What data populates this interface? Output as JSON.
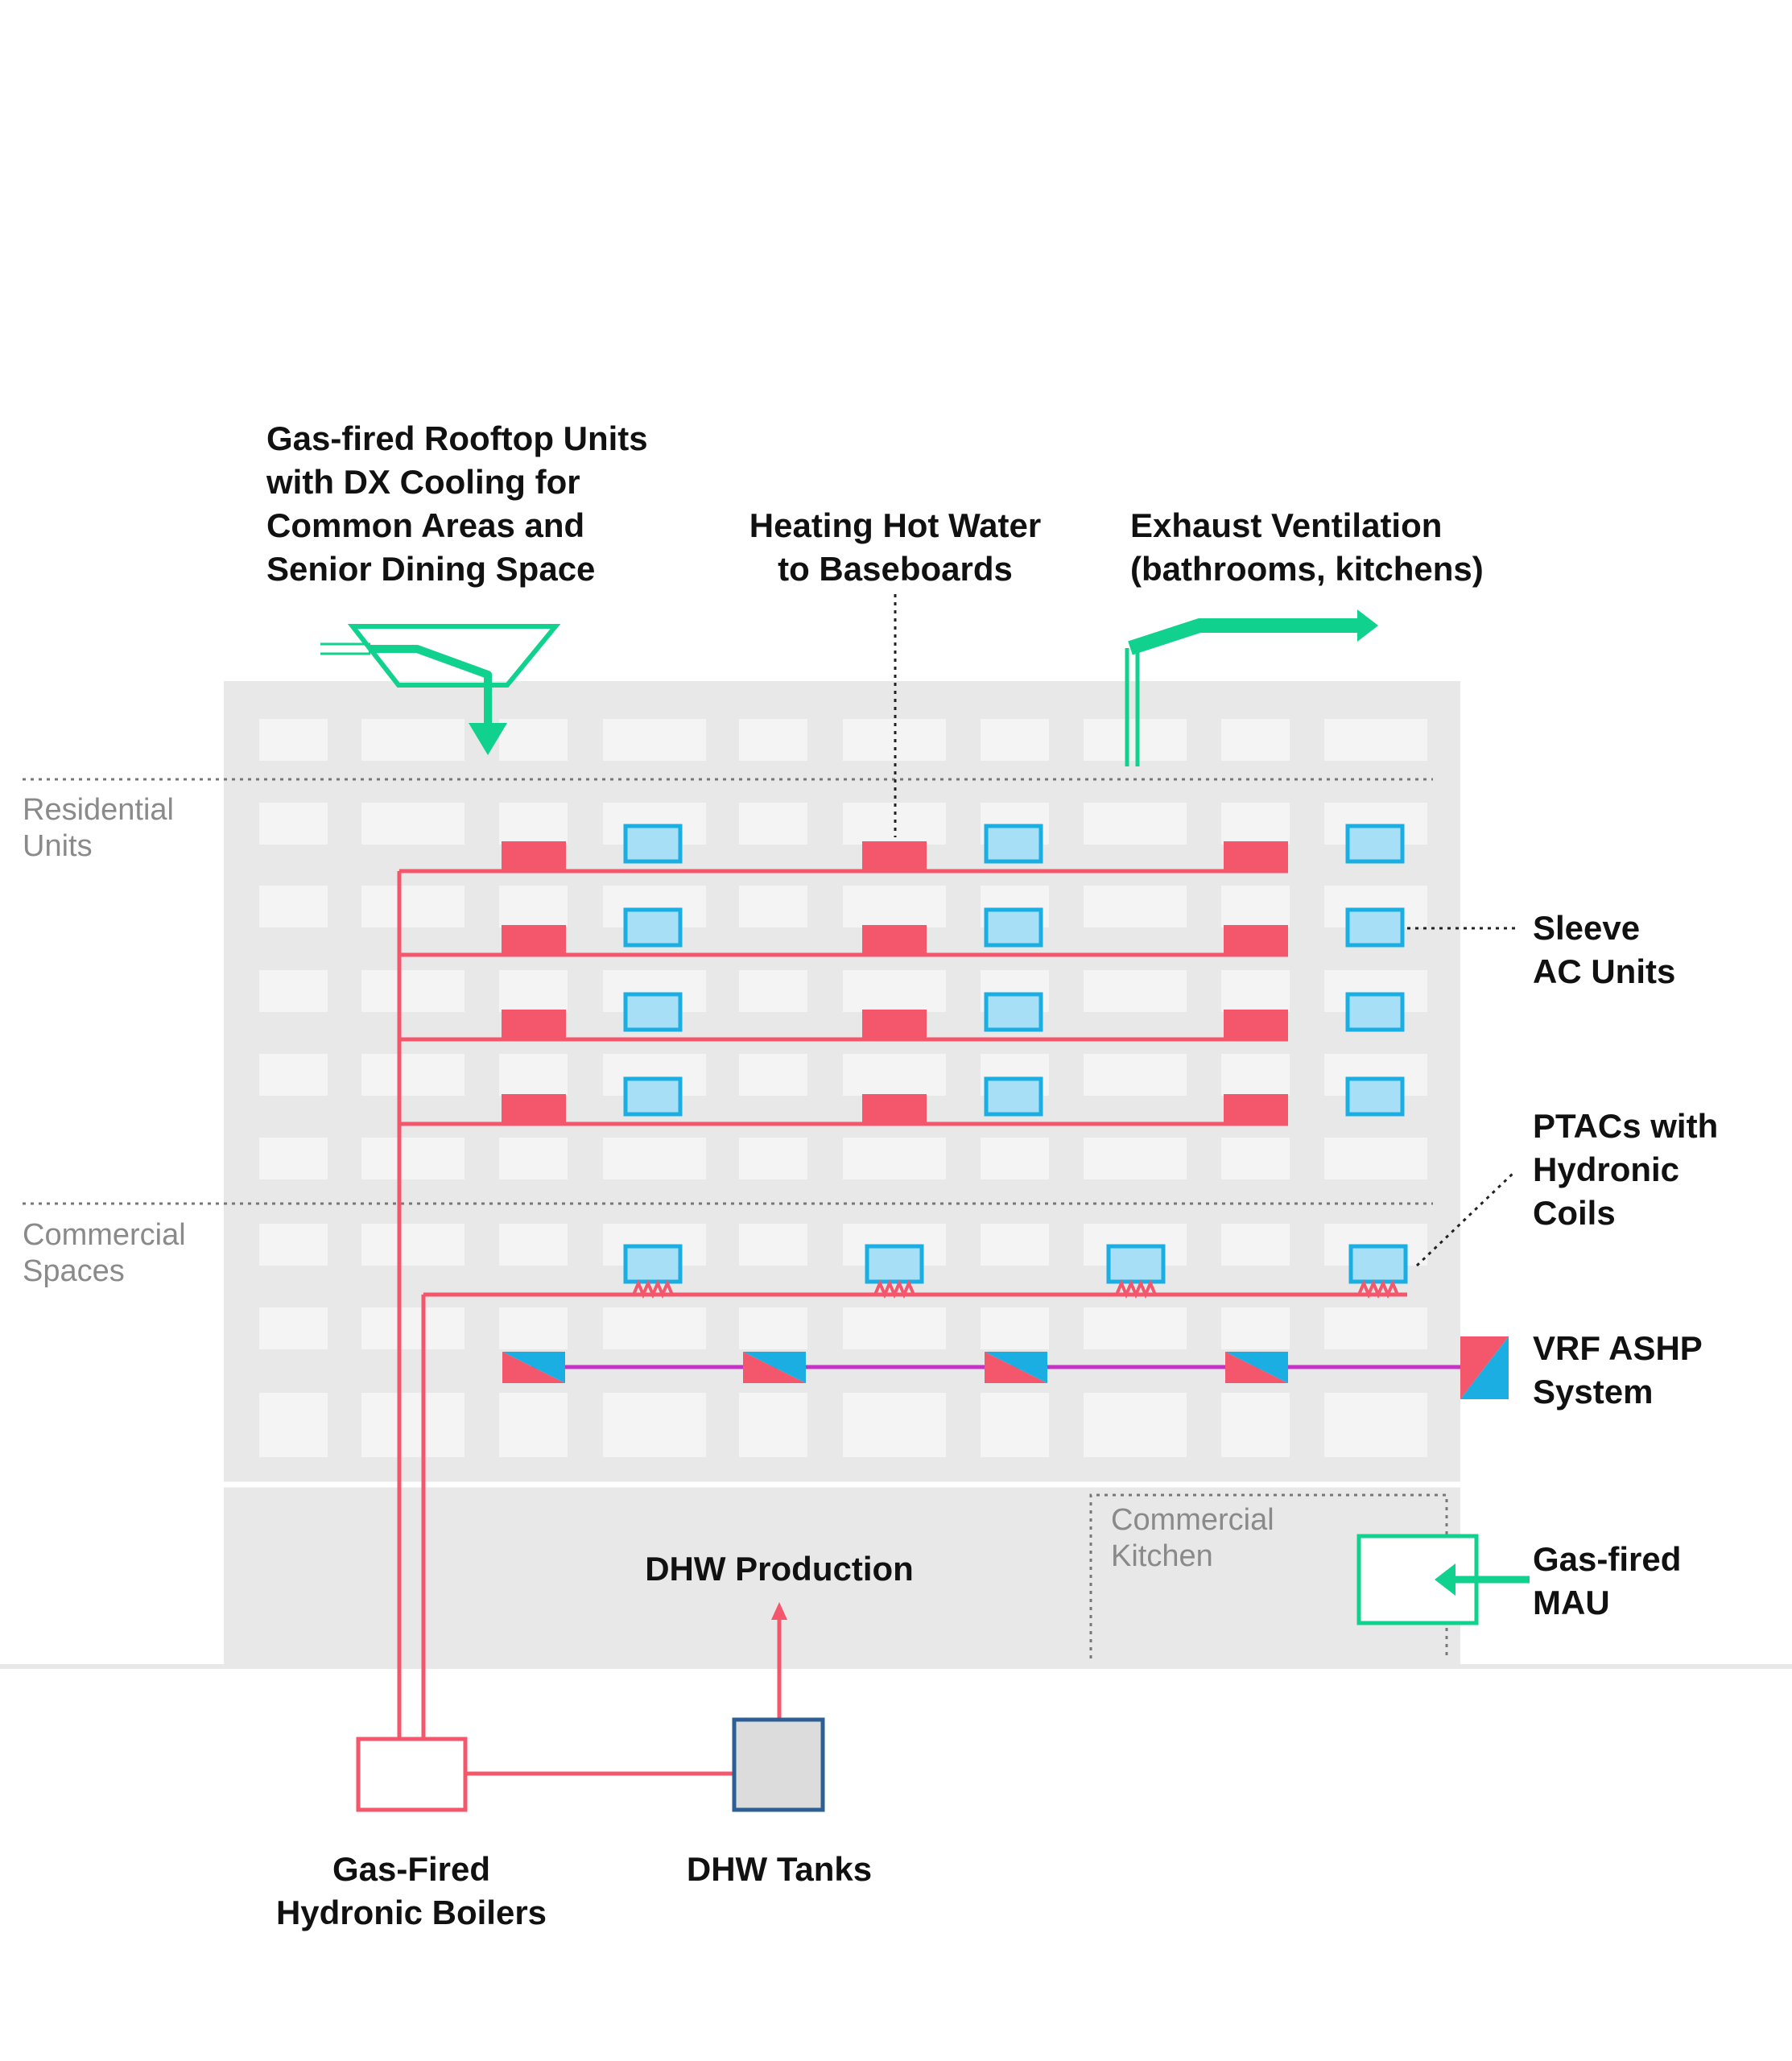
{
  "labels": {
    "rooftop_units": [
      "Gas-fired Rooftop Units",
      "with DX Cooling for",
      "Common Areas and",
      "Senior Dining Space"
    ],
    "heating_hot_water": [
      "Heating Hot Water",
      "to Baseboards"
    ],
    "exhaust_ventilation": [
      "Exhaust Ventilation",
      "(bathrooms, kitchens)"
    ],
    "sleeve_ac": [
      "Sleeve",
      "AC Units"
    ],
    "ptacs": [
      "PTACs with",
      "Hydronic",
      "Coils"
    ],
    "vrf": [
      "VRF ASHP",
      "System"
    ],
    "gas_mau": [
      "Gas-fired",
      "MAU"
    ],
    "dhw_production": "DHW Production",
    "boilers": [
      "Gas-Fired",
      "Hydronic Boilers"
    ],
    "dhw_tanks": "DHW Tanks"
  },
  "zones": {
    "residential": [
      "Residential",
      "Units"
    ],
    "commercial": [
      "Commercial",
      "Spaces"
    ],
    "kitchen": [
      "Commercial",
      "Kitchen"
    ]
  },
  "colors": {
    "building": "#e8e8e8",
    "window": "#f4f4f4",
    "heating": "#f4566b",
    "cooling": "#1aaee3",
    "cooling_fill": "#a7dff7",
    "ventilation": "#10d28e",
    "vrf_line": "#c632c6",
    "tank_fill": "#dcdcdc",
    "tank_border": "#2d5f95",
    "divider": "#777777",
    "zone_text": "#8a8a8a"
  }
}
